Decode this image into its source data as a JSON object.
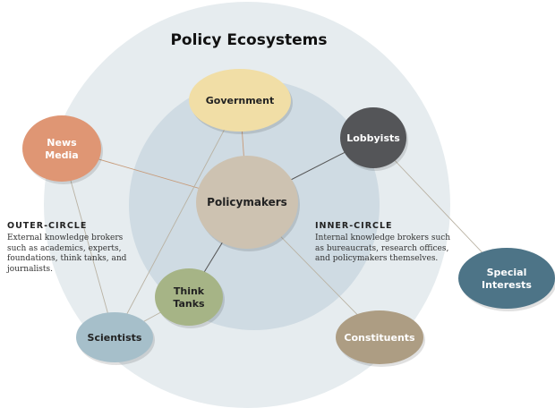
{
  "title": "Policy Ecosystems",
  "colors": {
    "outer_circle": "#e6ecef",
    "inner_circle": "#cfdbe3",
    "connector": "#b9b2a3",
    "connector_accent": "#c79a78",
    "dark_line": "#555555"
  },
  "nodes": [
    {
      "id": "government",
      "lines": [
        "Government"
      ],
      "fill": "#f1dea6",
      "text_color": "#222222"
    },
    {
      "id": "news-media",
      "lines": [
        "News",
        "Media"
      ],
      "fill": "#df9674",
      "text_color": "#ffffff"
    },
    {
      "id": "lobbyists",
      "lines": [
        "Lobbyists"
      ],
      "fill": "#545558",
      "text_color": "#ffffff"
    },
    {
      "id": "policymakers",
      "lines": [
        "Policymakers"
      ],
      "fill": "#cdc2b1",
      "text_color": "#222222"
    },
    {
      "id": "think-tanks",
      "lines": [
        "Think",
        "Tanks"
      ],
      "fill": "#a6b486",
      "text_color": "#222222"
    },
    {
      "id": "scientists",
      "lines": [
        "Scientists"
      ],
      "fill": "#a6bfca",
      "text_color": "#222222"
    },
    {
      "id": "constituents",
      "lines": [
        "Constituents"
      ],
      "fill": "#ad9d83",
      "text_color": "#ffffff"
    },
    {
      "id": "special-interests",
      "lines": [
        "Special",
        "Interests"
      ],
      "fill": "#4d7487",
      "text_color": "#ffffff"
    }
  ],
  "outer_circle": {
    "heading": "OUTER-CIRCLE",
    "lines": [
      "External knowledge brokers",
      "such as academics, experts,",
      "foundations, think tanks, and",
      "journalists."
    ]
  },
  "inner_circle": {
    "heading": "INNER-CIRCLE",
    "lines": [
      "Internal knowledge brokers such",
      "as bureaucrats, research offices,",
      "and policymakers themselves."
    ]
  }
}
